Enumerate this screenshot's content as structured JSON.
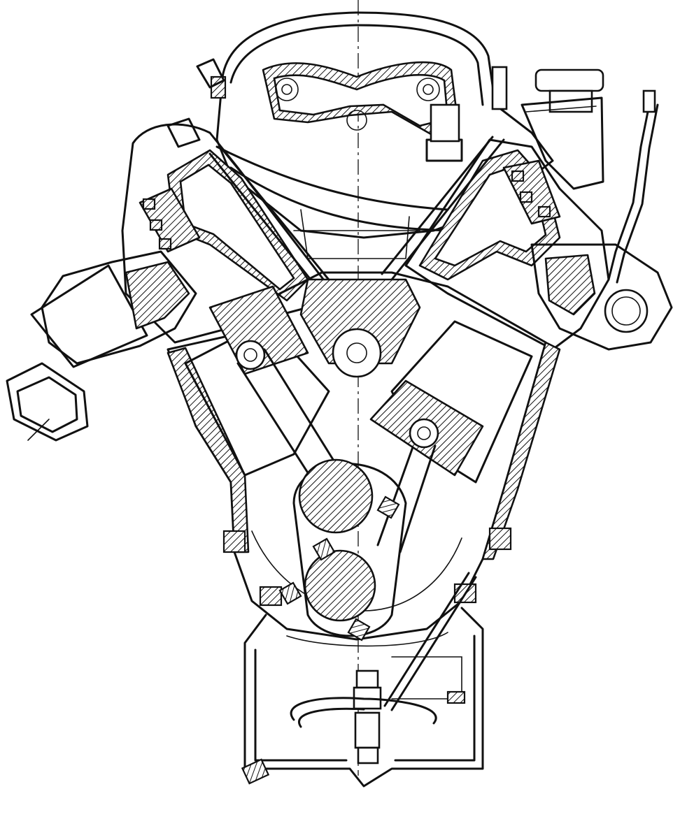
{
  "figure": {
    "subject": "",
    "colors": {
      "ink": "#111111",
      "paper": "#ffffff"
    },
    "components": [
      "intake-manifold",
      "left-cylinder-head",
      "right-cylinder-head",
      "left-piston",
      "right-piston",
      "camshaft",
      "crankshaft",
      "oil-pan",
      "oil-pump",
      "distributor",
      "oil-filler-cap",
      "dipstick",
      "exhaust-manifold-left",
      "exhaust-manifold-right",
      "engine-block"
    ]
  }
}
